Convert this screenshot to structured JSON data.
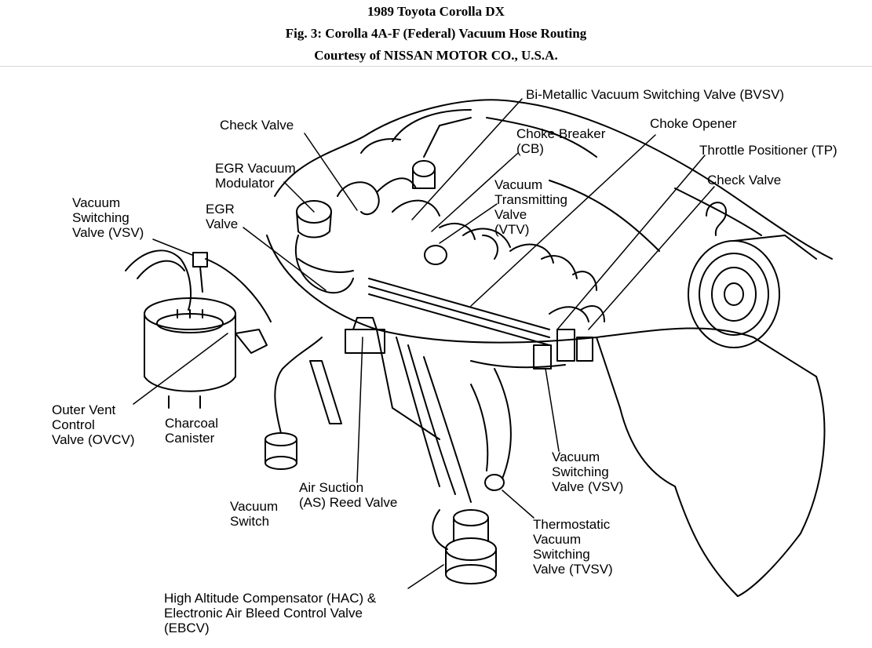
{
  "header": {
    "line1": "1989 Toyota Corolla DX",
    "line2": "Fig. 3: Corolla 4A-F (Federal) Vacuum Hose Routing",
    "line3": "Courtesy of NISSAN MOTOR CO., U.S.A."
  },
  "labels": {
    "bvsv": "Bi-Metallic Vacuum Switching Valve (BVSV)",
    "check_valve_1": "Check Valve",
    "choke_breaker": "Choke Breaker\n(CB)",
    "choke_opener": "Choke Opener",
    "throttle_positioner": "Throttle Positioner (TP)",
    "egr_modulator": "EGR Vacuum\nModulator",
    "vtv": "Vacuum\nTransmitting\nValve\n(VTV)",
    "check_valve_2": "Check Valve",
    "vsv_left": "Vacuum\nSwitching\nValve (VSV)",
    "egr_valve": "EGR\nValve",
    "ovcv": "Outer Vent\nControl\nValve (OVCV)",
    "charcoal_canister": "Charcoal\nCanister",
    "vacuum_switch": "Vacuum\nSwitch",
    "air_suction": "Air Suction\n(AS) Reed Valve",
    "vsv_right": "Vacuum\nSwitching\nValve (VSV)",
    "tvsv": "Thermostatic\nVacuum\nSwitching\nValve (TVSV)",
    "hac": "High Altitude Compensator (HAC) &\nElectronic Air Bleed Control Valve\n(EBCV)"
  }
}
